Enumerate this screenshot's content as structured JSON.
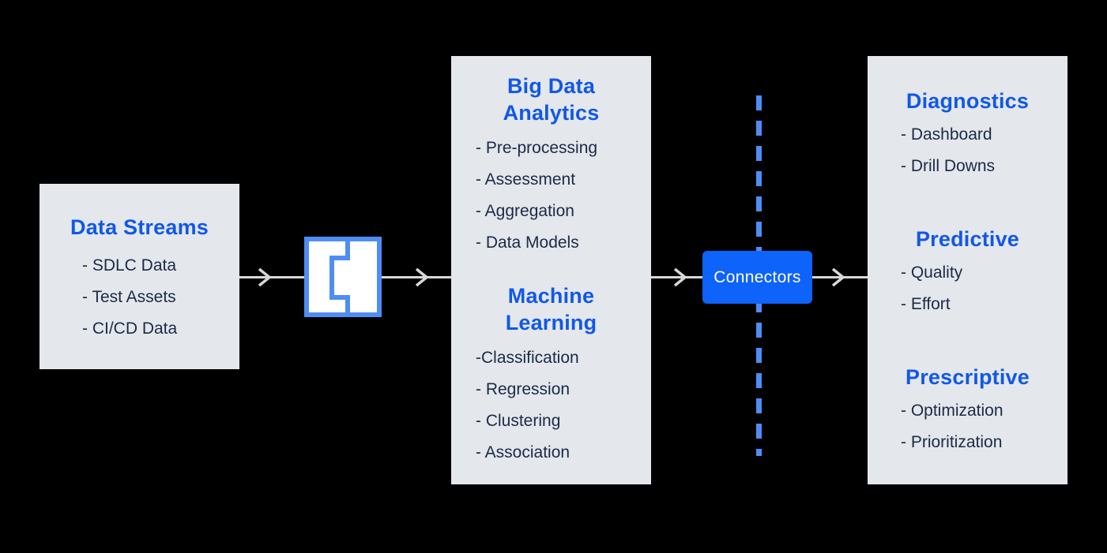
{
  "colors": {
    "background": "#000000",
    "panel_bg": "#e4e7eb",
    "heading_blue": "#1158e8",
    "body_text": "#1b2a48",
    "connectors_bg": "#0d63fa",
    "connectors_text": "#ffffff",
    "light_blue_accent": "#4f8df6",
    "arrow_gray": "#d8d8da"
  },
  "icons": {
    "integration": "integration-connector-icon",
    "flow": "arrow-right-icon",
    "divider": "dashed-vertical-line"
  },
  "diagram": {
    "data_streams": {
      "title": "Data Streams",
      "items": [
        "- SDLC Data",
        "- Test Assets",
        "- CI/CD Data"
      ]
    },
    "analytics": {
      "sections": [
        {
          "title": "Big Data\nAnalytics",
          "items": [
            "- Pre-processing",
            "- Assessment",
            "- Aggregation",
            "- Data Models"
          ]
        },
        {
          "title": "Machine\nLearning",
          "items": [
            "-Classification",
            "- Regression",
            "- Clustering",
            "- Association"
          ]
        }
      ]
    },
    "connectors": {
      "label": "Connectors"
    },
    "outputs": {
      "sections": [
        {
          "title": "Diagnostics",
          "items": [
            "- Dashboard",
            "- Drill Downs"
          ]
        },
        {
          "title": "Predictive",
          "items": [
            "- Quality",
            "- Effort"
          ]
        },
        {
          "title": "Prescriptive",
          "items": [
            "- Optimization",
            "- Prioritization"
          ]
        }
      ]
    }
  }
}
